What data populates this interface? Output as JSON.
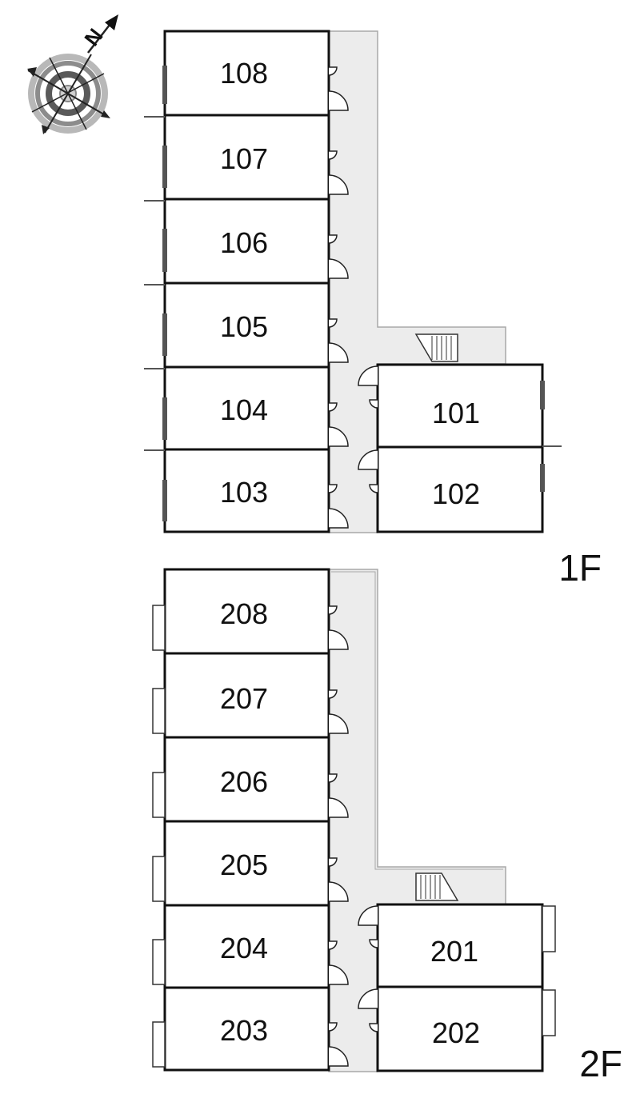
{
  "colors": {
    "wall": "#111111",
    "corridor_fill": "#ececec",
    "corridor_edge": "#a8a8a8",
    "compass_ring": "#8c8c8c",
    "compass_inner": "#5a5a5a"
  },
  "compass": {
    "north_letter": "N",
    "icon": "compass-rose-icon"
  },
  "floors": [
    {
      "id": "1F",
      "label": "1F",
      "rooms_west": [
        "108",
        "107",
        "106",
        "105",
        "104",
        "103"
      ],
      "rooms_east": [
        "101",
        "102"
      ]
    },
    {
      "id": "2F",
      "label": "2F",
      "rooms_west": [
        "208",
        "207",
        "206",
        "205",
        "204",
        "203"
      ],
      "rooms_east": [
        "201",
        "202"
      ]
    }
  ]
}
